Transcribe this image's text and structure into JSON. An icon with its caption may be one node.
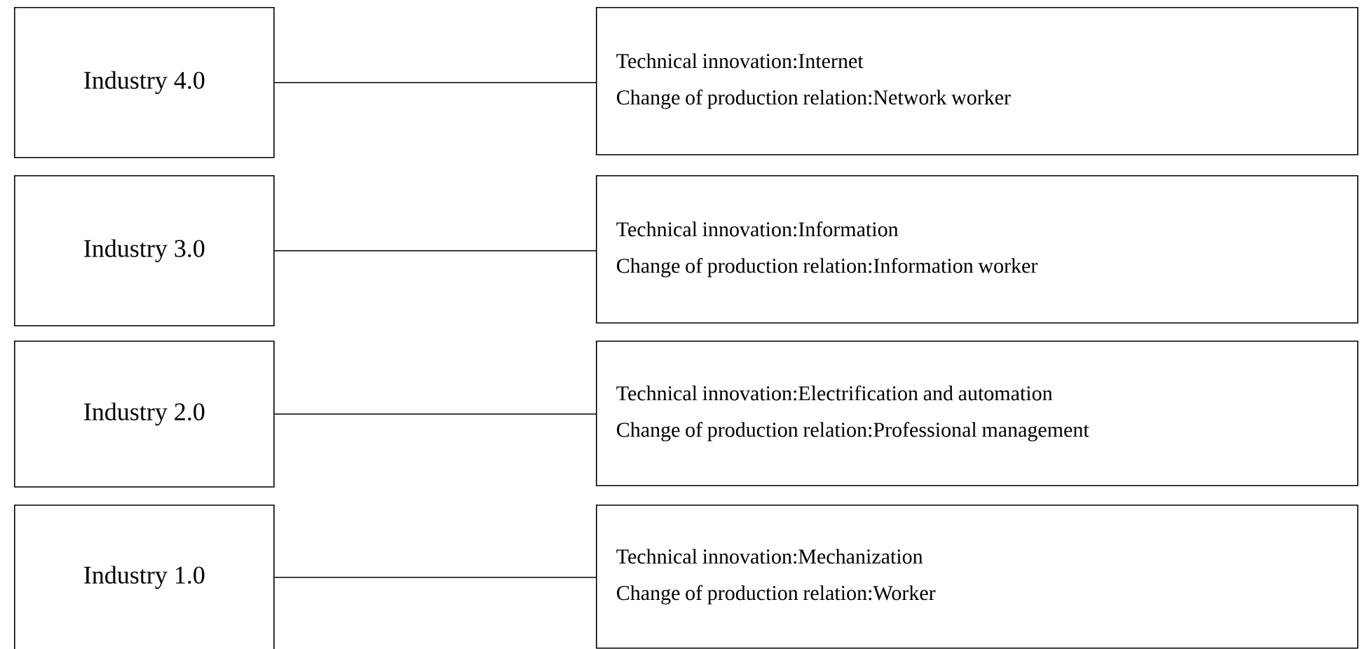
{
  "diagram": {
    "nodes": [
      {
        "text": [
          "Industry 4.0"
        ]
      },
      {
        "text": [
          "Technical innovation:Internet",
          "Change of production relation:Network worker"
        ]
      },
      {
        "text": [
          "Industry 3.0"
        ]
      },
      {
        "text": [
          "Technical innovation:Information",
          "Change of production relation:Information worker"
        ]
      },
      {
        "text": [
          "Industry 2.0"
        ]
      },
      {
        "text": [
          "Technical innovation:Electrification and automation",
          "Change of production relation:Professional management"
        ]
      },
      {
        "text": [
          "Industry 1.0"
        ]
      },
      {
        "text": [
          "Technical innovation:Mechanization",
          "Change of production relation:Worker"
        ]
      }
    ],
    "edges": [
      {
        "from": 0,
        "to": 1,
        "arrow": "none"
      },
      {
        "from": 2,
        "to": 3,
        "arrow": "none"
      },
      {
        "from": 4,
        "to": 5,
        "arrow": "none"
      },
      {
        "from": 6,
        "to": 7,
        "arrow": "none"
      }
    ]
  }
}
